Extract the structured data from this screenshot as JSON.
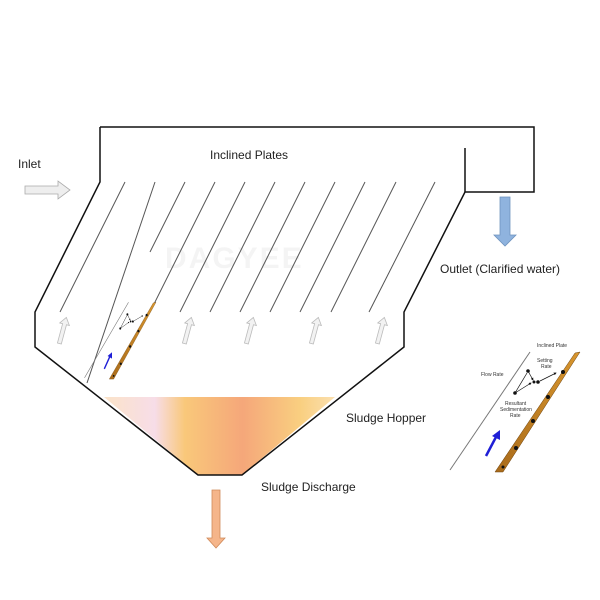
{
  "labels": {
    "inlet": "Inlet",
    "inclined_plates": "Inclined Plates",
    "outlet": "Outlet (Clarified water)",
    "sludge_hopper": "Sludge Hopper",
    "sludge_discharge": "Sludge Discharge"
  },
  "inset": {
    "inclined_plate": "Inclined Plate",
    "settling_rate_line1": "Setting",
    "settling_rate_line2": "Rate",
    "flow_rate": "Flow Rate",
    "resultant_line1": "Resultant",
    "resultant_line2": "Sedimentation",
    "resultant_line3": "Rate"
  },
  "watermark": "DAGYEE",
  "colors": {
    "outline": "#111111",
    "outlet_arrow": "#8fb3de",
    "inlet_arrow": "#e6e6e6",
    "sludge_light": "#f9d27a",
    "sludge_dark": "#f5a77a",
    "plate_brown": "#c98a2a",
    "flow_arrow": "#1f1fd6"
  }
}
